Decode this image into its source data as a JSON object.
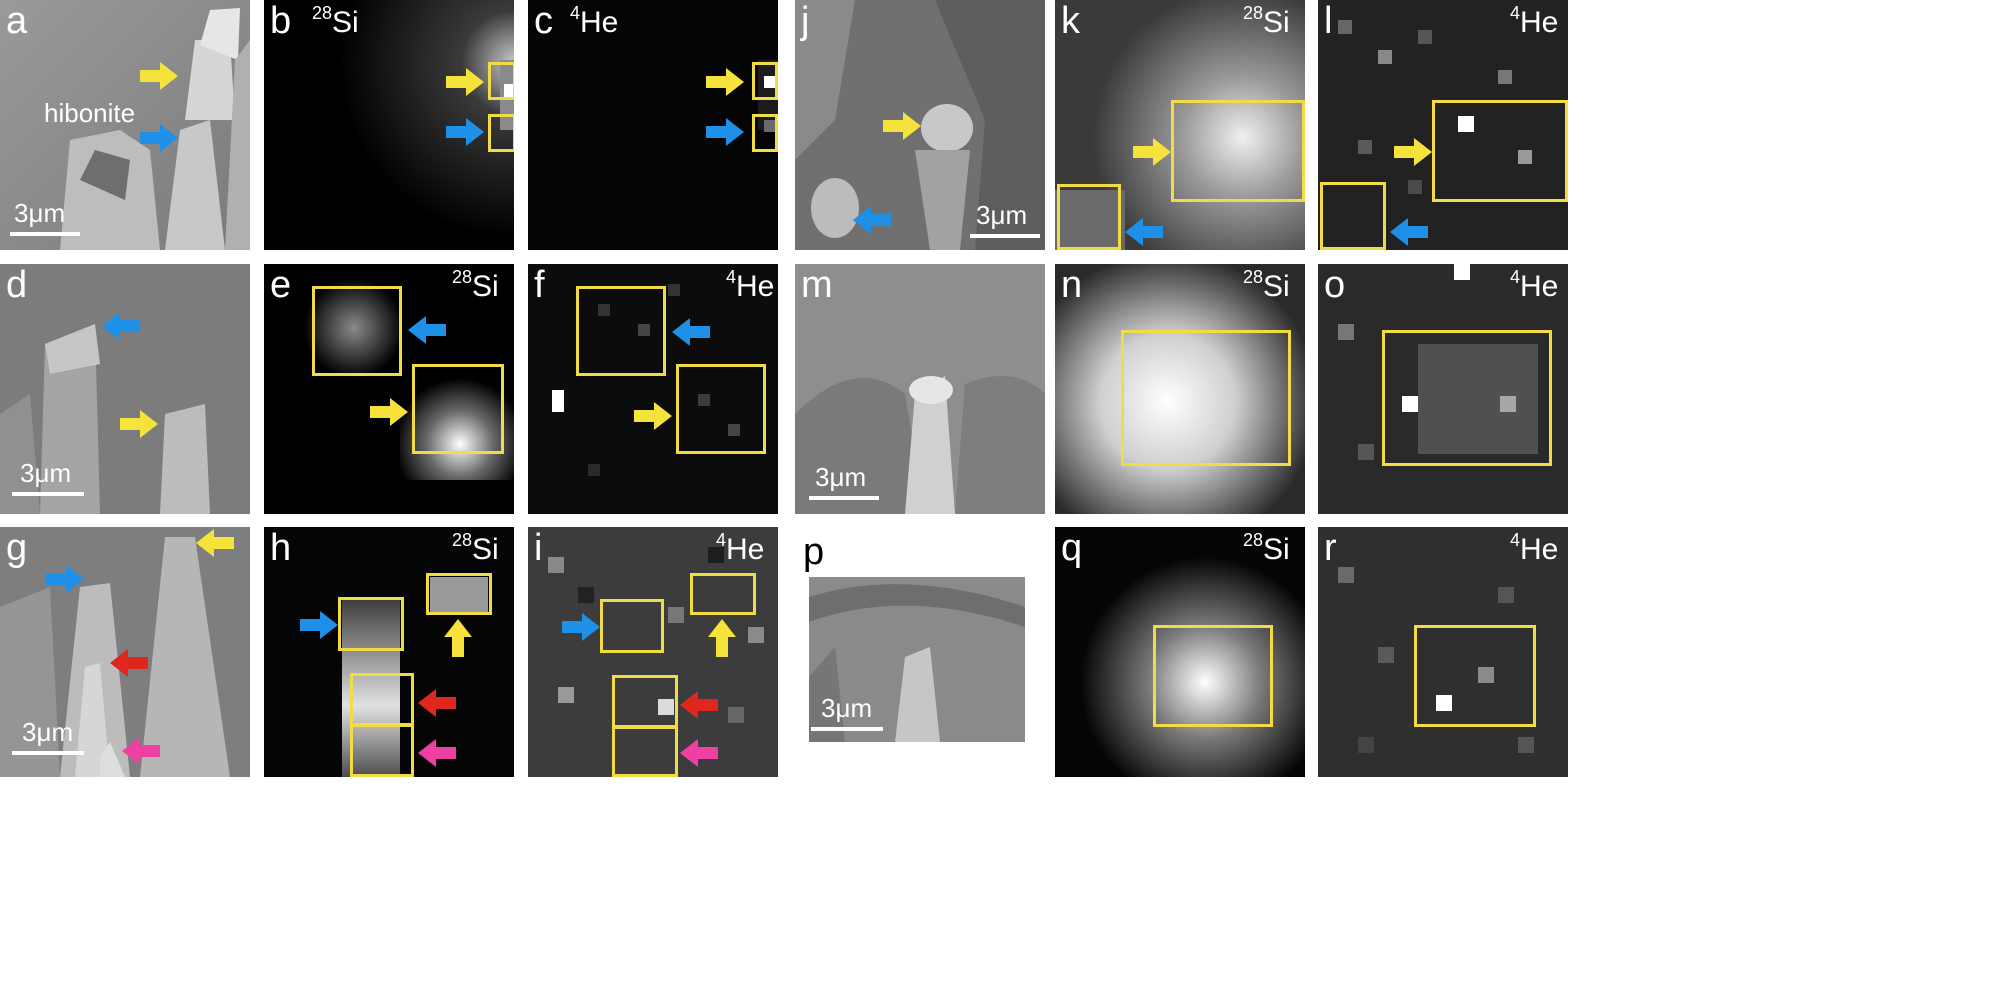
{
  "colors": {
    "box": "#f2dc45",
    "arrow_yellow": "#f5e23a",
    "arrow_blue": "#1e90e8",
    "arrow_red": "#e0261e",
    "arrow_pink": "#ef3fa2"
  },
  "panels": {
    "a": {
      "label": "a",
      "annotation": "hibonite",
      "scale": "3μm"
    },
    "b": {
      "label": "b",
      "iso_mass": "28",
      "iso_el": "Si"
    },
    "c": {
      "label": "c",
      "iso_mass": "4",
      "iso_el": "He"
    },
    "d": {
      "label": "d",
      "scale": "3μm"
    },
    "e": {
      "label": "e",
      "iso_mass": "28",
      "iso_el": "Si"
    },
    "f": {
      "label": "f",
      "iso_mass": "4",
      "iso_el": "He"
    },
    "g": {
      "label": "g",
      "scale": "3μm"
    },
    "h": {
      "label": "h",
      "iso_mass": "28",
      "iso_el": "Si"
    },
    "i": {
      "label": "i",
      "iso_mass": "4",
      "iso_el": "He"
    },
    "j": {
      "label": "j",
      "scale": "3μm"
    },
    "k": {
      "label": "k",
      "iso_mass": "28",
      "iso_el": "Si"
    },
    "l": {
      "label": "l",
      "iso_mass": "4",
      "iso_el": "He"
    },
    "m": {
      "label": "m",
      "scale": "3μm"
    },
    "n": {
      "label": "n",
      "iso_mass": "28",
      "iso_el": "Si"
    },
    "o": {
      "label": "o",
      "iso_mass": "4",
      "iso_el": "He"
    },
    "p": {
      "label": "p",
      "scale": "3μm"
    },
    "q": {
      "label": "q",
      "iso_mass": "28",
      "iso_el": "Si"
    },
    "r": {
      "label": "r",
      "iso_mass": "4",
      "iso_el": "He"
    }
  }
}
